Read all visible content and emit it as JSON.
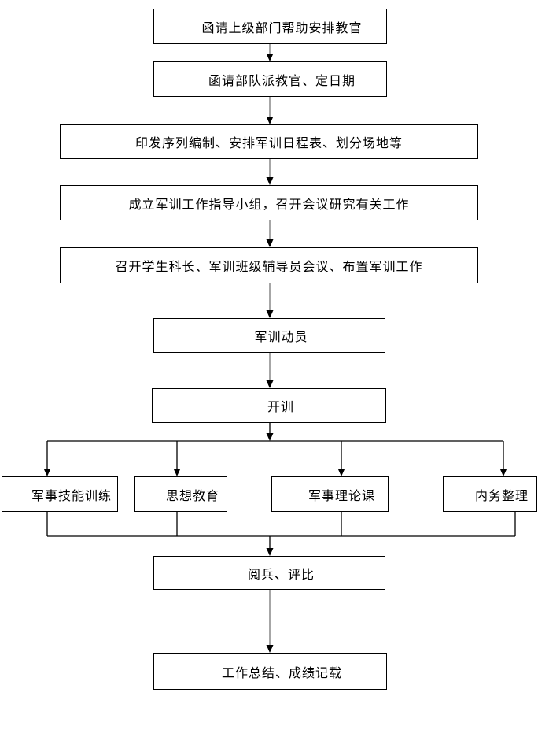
{
  "diagram": {
    "background_color": "#ffffff",
    "box_border_color": "#000000",
    "straight_connector_color": "#808080",
    "elbow_connector_color": "#000000",
    "nodes": {
      "request_superior": "函请上级部门帮助安排教官",
      "request_troops": "函请部队派教官、定日期",
      "print_schedule": "印发序列编制、安排军训日程表、划分场地等",
      "leading_group": "成立军训工作指导小组，召开会议研究有关工作",
      "briefing_meeting": "召开学生科长、军训班级辅导员会议、布置军训工作",
      "mobilization": "军训动员",
      "start_training": "开训",
      "military_skills": "军事技能训练",
      "ideology": "思想教育",
      "military_theory": "军事理论课",
      "internal_affairs": "内务整理",
      "parade_review": "阅兵、评比",
      "summary_records": "工作总结、成绩记载"
    }
  }
}
